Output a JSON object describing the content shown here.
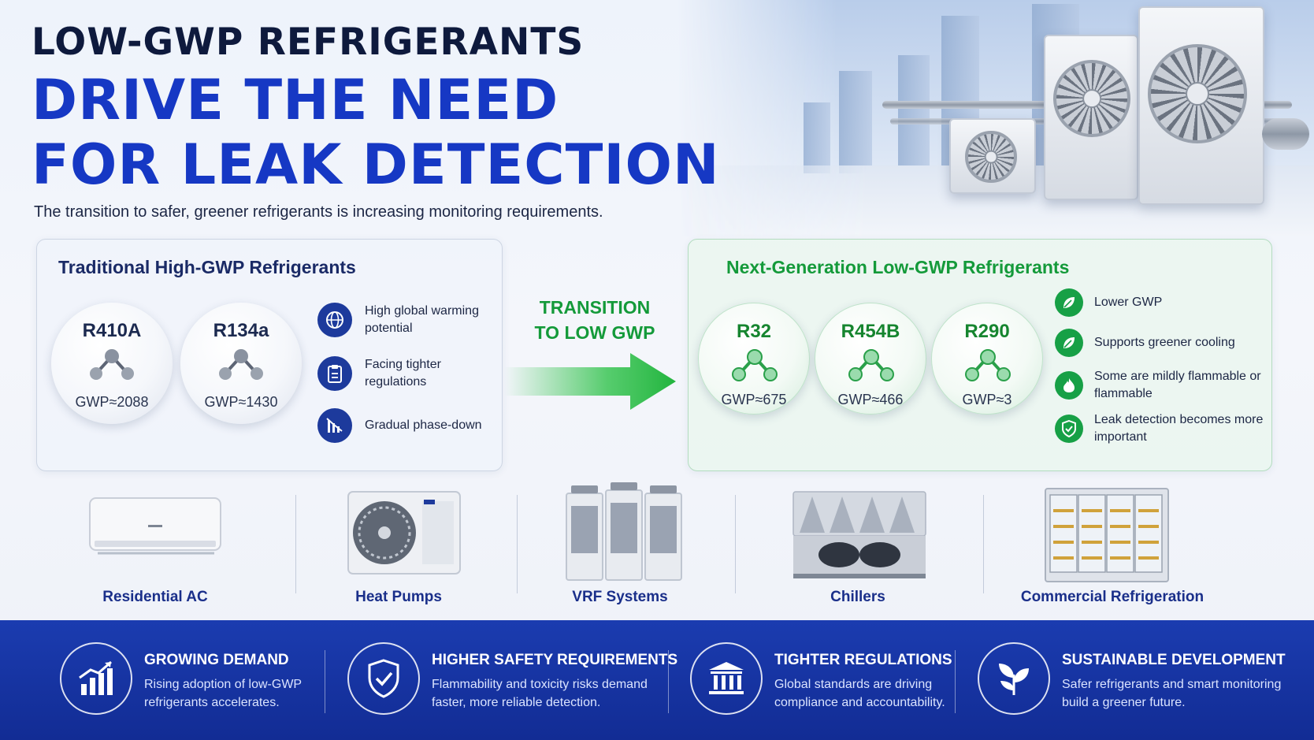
{
  "headline": {
    "line1": "LOW-GWP REFRIGERANTS",
    "line2a": "DRIVE THE NEED",
    "line2b": "FOR LEAK DETECTION",
    "subtitle": "The transition to safer, greener refrigerants is increasing monitoring requirements."
  },
  "traditional": {
    "title": "Traditional High-GWP Refrigerants",
    "refrigerants": [
      {
        "name": "R410A",
        "gwp": "GWP≈2088"
      },
      {
        "name": "R134a",
        "gwp": "GWP≈1430"
      }
    ],
    "features": [
      {
        "icon": "globe-icon",
        "text": "High global warming potential"
      },
      {
        "icon": "clipboard-icon",
        "text": "Facing tighter regulations"
      },
      {
        "icon": "chart-down-icon",
        "text": "Gradual phase-down"
      }
    ]
  },
  "transition": {
    "line1": "TRANSITION",
    "line2": "TO LOW GWP"
  },
  "next_gen": {
    "title": "Next-Generation Low-GWP Refrigerants",
    "refrigerants": [
      {
        "name": "R32",
        "gwp": "GWP≈675"
      },
      {
        "name": "R454B",
        "gwp": "GWP≈466"
      },
      {
        "name": "R290",
        "gwp": "GWP≈3"
      }
    ],
    "features": [
      {
        "icon": "leaf-icon",
        "text": "Lower GWP"
      },
      {
        "icon": "leaf-icon",
        "text": "Supports greener cooling"
      },
      {
        "icon": "flame-icon",
        "text": "Some are mildly flammable or flammable"
      },
      {
        "icon": "shield-icon",
        "text": "Leak detection becomes more important"
      }
    ]
  },
  "equipment": [
    {
      "label": "Residential AC",
      "icon": "split-ac-icon"
    },
    {
      "label": "Heat Pumps",
      "icon": "heat-pump-icon"
    },
    {
      "label": "VRF Systems",
      "icon": "vrf-icon"
    },
    {
      "label": "Chillers",
      "icon": "chiller-icon"
    },
    {
      "label": "Commercial Refrigeration",
      "icon": "display-fridge-icon"
    }
  ],
  "drivers": [
    {
      "title": "GROWING DEMAND",
      "desc": "Rising adoption of low-GWP refrigerants accelerates.",
      "icon": "growth-chart-icon"
    },
    {
      "title": "HIGHER SAFETY REQUIREMENTS",
      "desc": "Flammability and toxicity risks demand faster, more reliable detection.",
      "icon": "shield-check-icon"
    },
    {
      "title": "TIGHTER REGULATIONS",
      "desc": "Global standards are driving compliance and accountability.",
      "icon": "government-building-icon"
    },
    {
      "title": "SUSTAINABLE DEVELOPMENT",
      "desc": "Safer refrigerants and smart monitoring build a greener future.",
      "icon": "leaves-icon"
    }
  ],
  "colors": {
    "headline_blue": "#1638c4",
    "navy": "#0e1a3d",
    "green": "#149a3a",
    "band_blue": "#1b3cb0"
  }
}
